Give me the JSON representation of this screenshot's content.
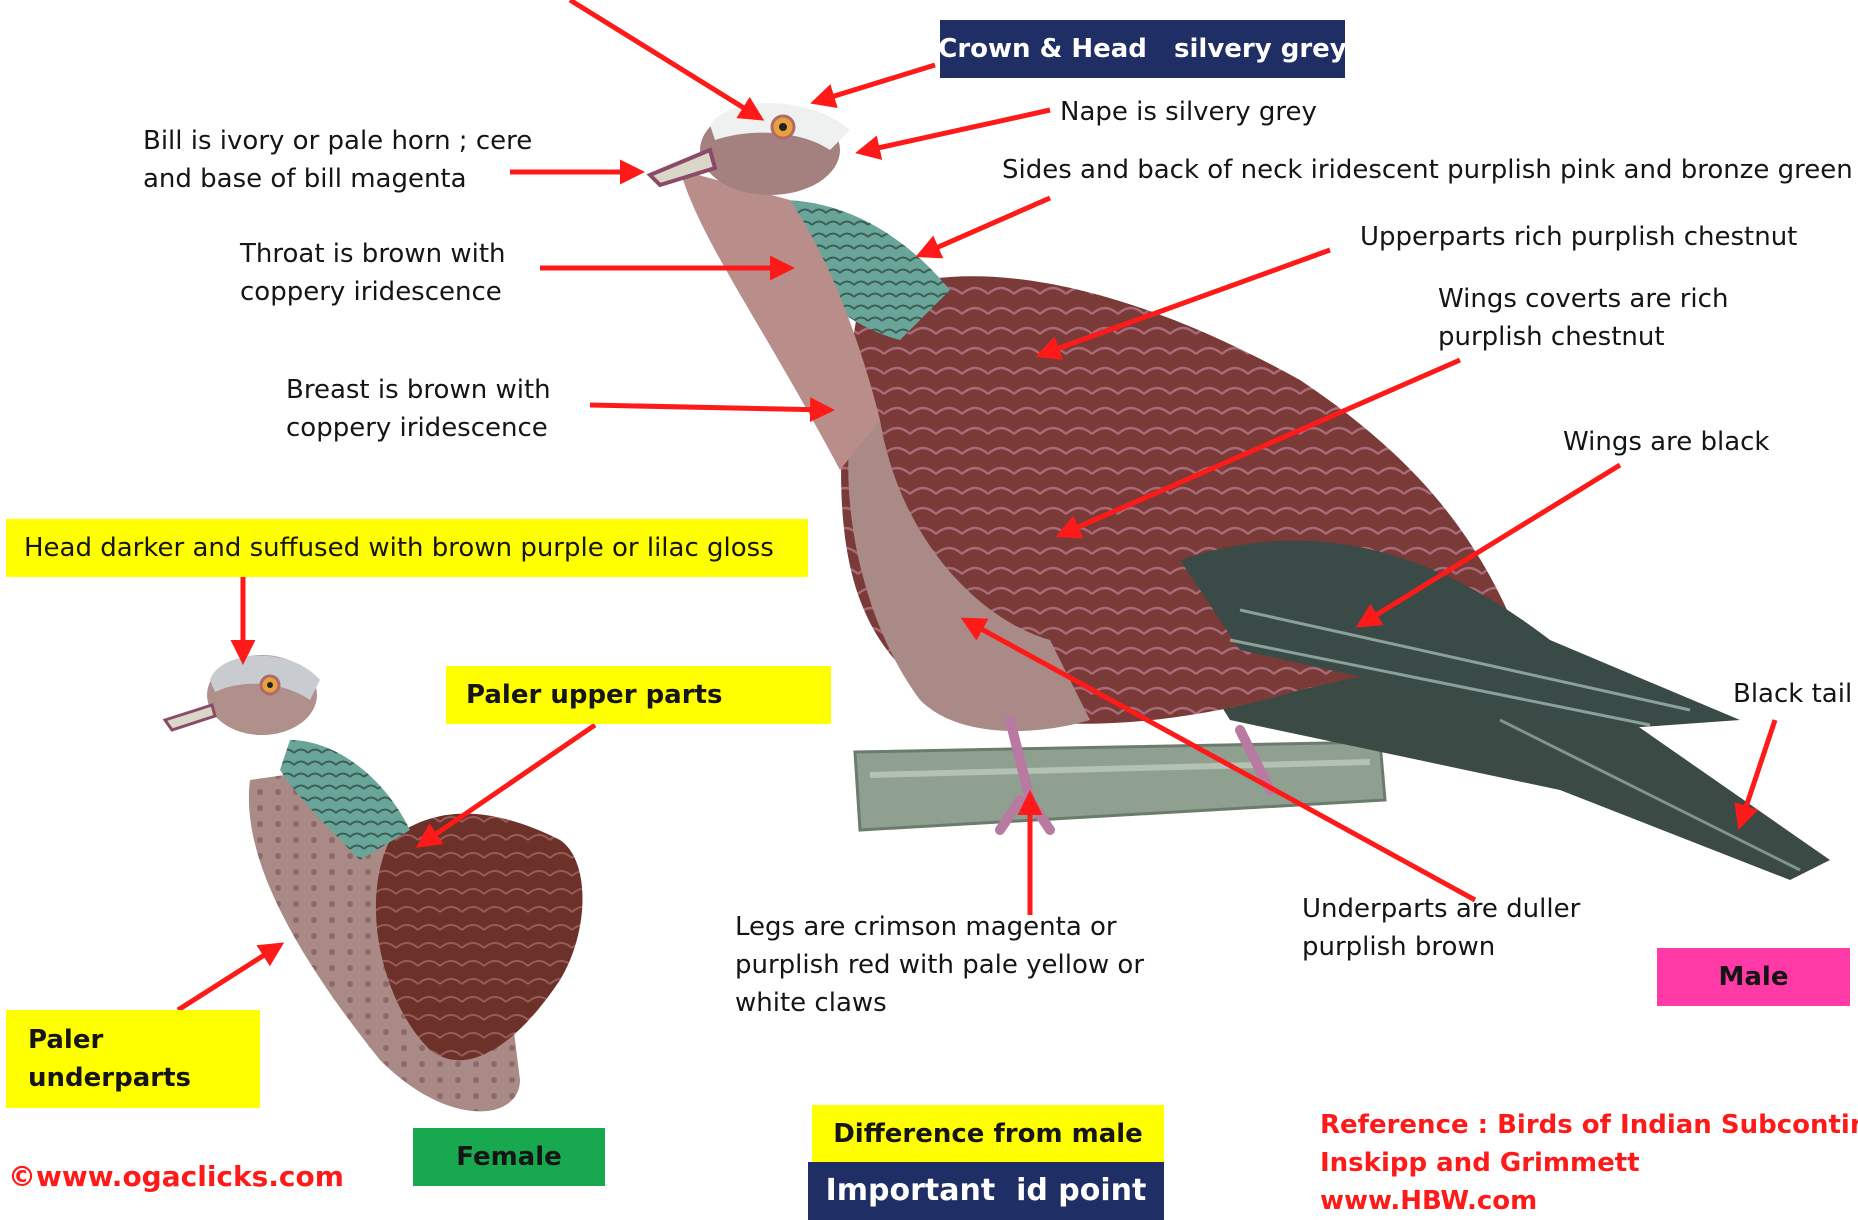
{
  "colors": {
    "arrow": "#ff1a1a",
    "navy_box": "#1f2f66",
    "yellow_box": "#ffff00",
    "pink_box": "#ff3aa6",
    "green_box": "#18a84f",
    "red_text": "#ff1a1a"
  },
  "labels": {
    "crown_head": "Crown & Head   silvery grey",
    "nape": "Nape is   silvery grey",
    "bill": [
      "Bill is  ivory or pale horn ; cere",
      "and base of bill magenta"
    ],
    "neck_sides": "Sides and back of neck iridescent purplish pink and bronze green",
    "throat": [
      "Throat is  brown with",
      "coppery iridescence"
    ],
    "upperparts": "Upperparts rich purplish chestnut",
    "wing_coverts": [
      "Wings coverts  are rich",
      "purplish chestnut"
    ],
    "breast": [
      "Breast is brown with",
      "coppery iridescence"
    ],
    "wings": "Wings are black",
    "black_tail": "Black tail",
    "legs": [
      "Legs are  crimson magenta or",
      "purplish red with pale yellow or",
      "white claws"
    ],
    "underparts": [
      "Underparts are  duller",
      "purplish brown"
    ],
    "male": "Male"
  },
  "female": {
    "head_note": "Head darker and suffused with brown purple or lilac gloss",
    "paler_upper": "Paler upper parts",
    "paler_under": [
      "Paler",
      "underparts"
    ],
    "tag": "Female"
  },
  "legend": {
    "difference": "Difference from male",
    "important": "Important  id point"
  },
  "footer": {
    "copyright": "©www.ogaclicks.com",
    "reference": [
      "Reference : Birds of Indian Subcontinent",
      "Inskipp and Grimmett",
      "www.HBW.com"
    ]
  }
}
